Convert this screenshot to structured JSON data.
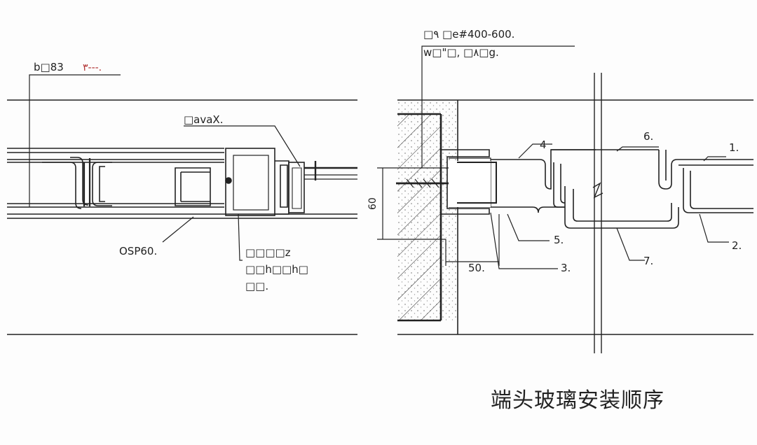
{
  "caption": "端头玻璃安装顺序",
  "left_labels": {
    "top_left": "b□83",
    "top_left_suffix": "٣‐‐‐.",
    "top_right": "□avaX.",
    "bottom_left": "OSP60.",
    "bottom_right_line1": "□□□□z",
    "bottom_right_line2": "□□h□□h□",
    "bottom_right_line3": "□□."
  },
  "right_labels": {
    "top_line1": "□٩ □e#400-600.",
    "top_line2": "w□\"□, □٨□g.",
    "dim_vertical": "60",
    "dim_horizontal": "50.",
    "n1": "1.",
    "n2": "2.",
    "n3": "3.",
    "n4": "4",
    "n5": "5.",
    "n6": "6.",
    "n7": "7."
  }
}
